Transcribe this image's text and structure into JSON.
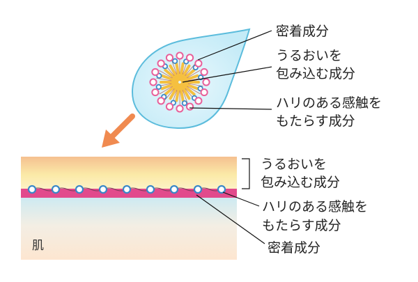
{
  "drop": {
    "labels": {
      "adhesive": "密着成分",
      "moisture_line1": "うるおいを",
      "moisture_line2": "包み込む成分",
      "firmness_line1": "ハリのある感触を",
      "firmness_line2": "もたらす成分"
    }
  },
  "skin": {
    "labels": {
      "moisture_line1": "うるおいを",
      "moisture_line2": "包み込む成分",
      "firmness_line1": "ハリのある感触を",
      "firmness_line2": "もたらす成分",
      "adhesive": "密着成分"
    },
    "skin_label": "肌"
  },
  "colors": {
    "drop_fill": "#cdeef8",
    "drop_stroke": "#5bbcdc",
    "petal": "#f5c040",
    "bead_pink": "#e8609a",
    "bead_blue": "#3a88c8",
    "arrow": "#f08a50",
    "skin_top": "#f5c090",
    "skin_mid": "#fbe8a0",
    "skin_band": "#e24a8c",
    "skin_lower": "#cdeaf0",
    "skin_base": "#fde6d0"
  },
  "skin_bead_count": 9
}
